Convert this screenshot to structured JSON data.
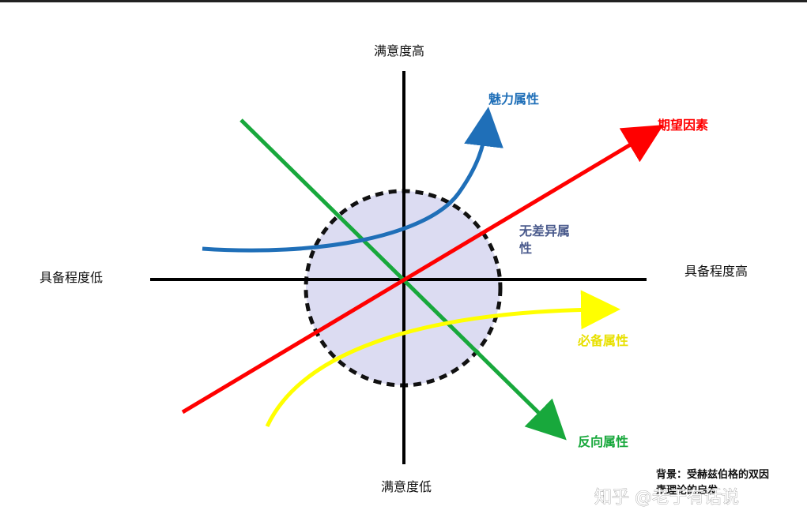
{
  "axes": {
    "top": "满意度高",
    "bottom": "满意度低",
    "left": "具备程度低",
    "right": "具备程度高"
  },
  "curves": {
    "attractive": {
      "label": "魅力属性",
      "color": "#1f6fb8"
    },
    "one_dimensional": {
      "label": "期望因素",
      "color": "#ff0000"
    },
    "must_be": {
      "label": "必备属性",
      "color": "#ffff00",
      "label_color": "#e8e000"
    },
    "reverse": {
      "label": "反向属性",
      "color": "#18a83c"
    },
    "indifferent": {
      "label_line1": "无差异属",
      "label_line2": "性",
      "color": "#dcdcf2",
      "label_color": "#4a5a8c"
    }
  },
  "note": {
    "line1": "背景：受赫兹伯格的双因",
    "line2": "素理论的启发"
  },
  "watermark": "知乎 @老于有话说"
}
